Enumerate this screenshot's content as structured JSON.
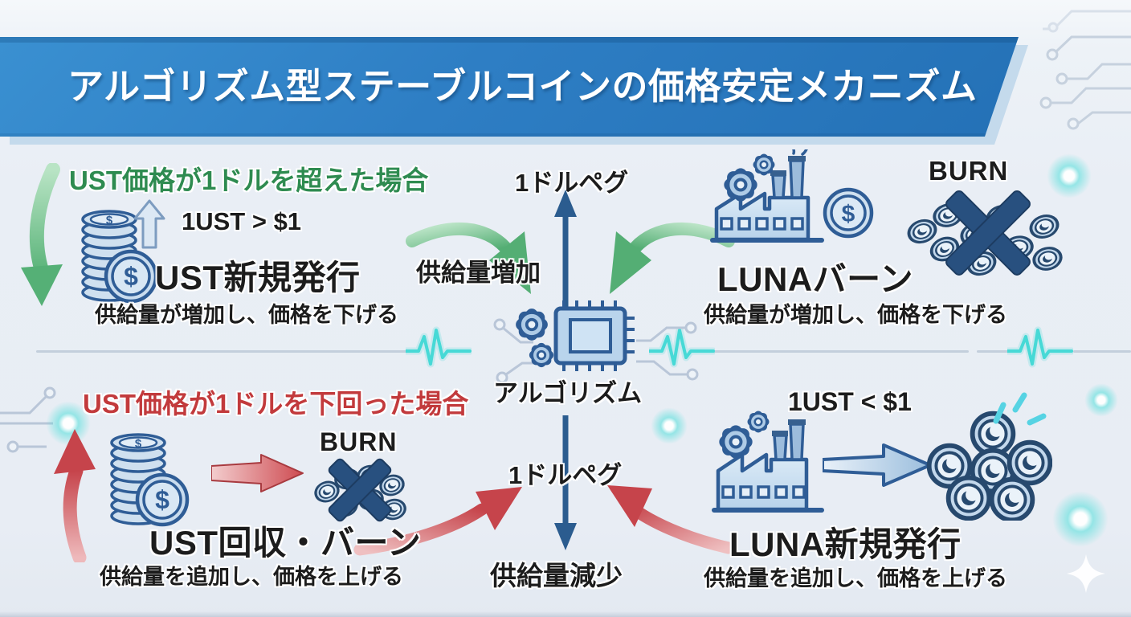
{
  "banner": {
    "title": "アルゴリズム型ステーブルコインの価格安定メカニズム"
  },
  "center": {
    "peg_top_label": "1ドルペグ",
    "supply_increase_label": "供給量増加",
    "algorithm_label": "アルゴリズム",
    "peg_bottom_label": "1ドルペグ",
    "supply_decrease_label": "供給量減少"
  },
  "top_left": {
    "heading": "UST価格が1ドルを超えた場合",
    "formula": "1UST > $1",
    "action": "UST新規発行",
    "description": "供給量が増加し、価格を下げる"
  },
  "top_right": {
    "burn_label": "BURN",
    "action": "LUNAバーン",
    "description": "供給量が増加し、価格を下げる"
  },
  "bottom_left": {
    "heading": "UST価格が1ドルを下回った場合",
    "burn_label": "BURN",
    "action": "UST回収・バーン",
    "description": "供給量を追加し、価格を上げる"
  },
  "bottom_right": {
    "formula": "1UST < $1",
    "action": "LUNA新規発行",
    "description": "供給量を追加し、価格を上げる"
  },
  "icons": {
    "coin_symbol": "$"
  },
  "colors": {
    "banner_blue": "#2e7ec4",
    "green": "#2e8b50",
    "red": "#c23a3c",
    "navy": "#2f5d96",
    "cyan": "#47d9d6",
    "text_black": "#1c1c1c"
  }
}
